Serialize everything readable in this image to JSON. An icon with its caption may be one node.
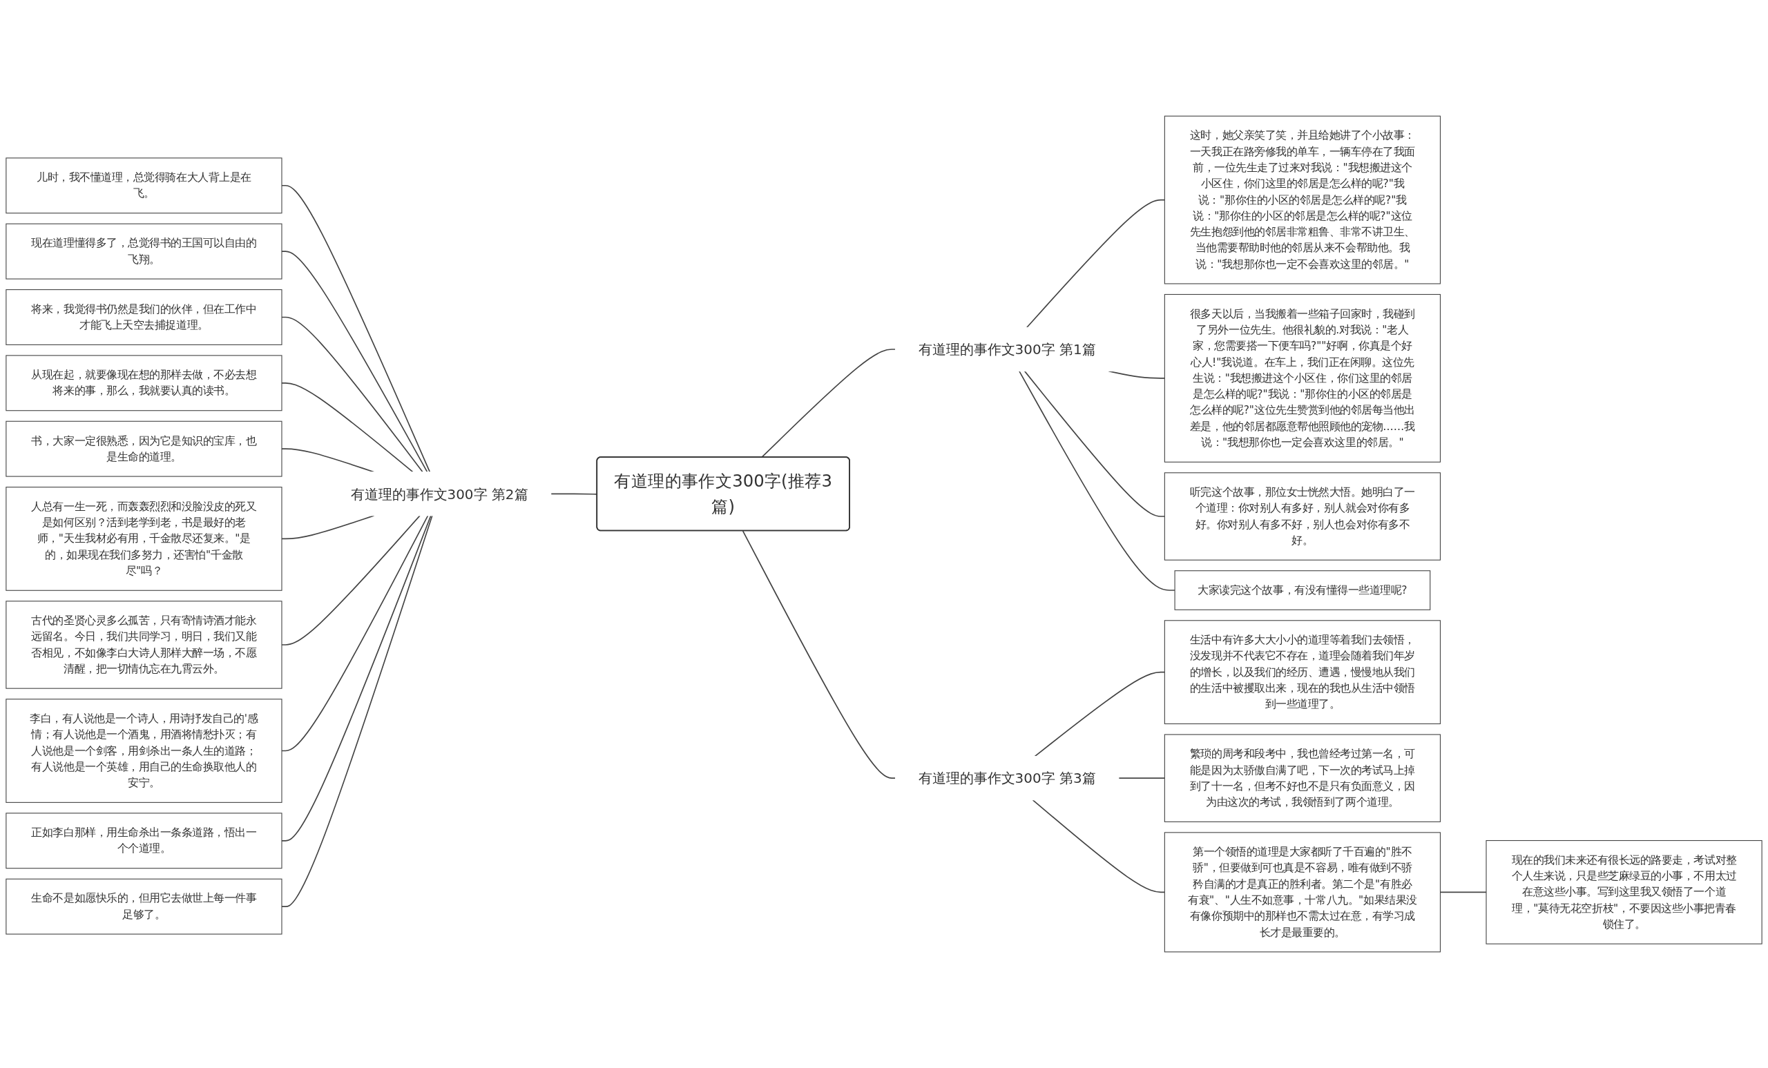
{
  "diagram": {
    "nodes": [
      {
        "text": [
          "有道理的事作文300字(推荐3篇)"
        ]
      },
      {
        "text": [
          "有道理的事作文300字 第1篇"
        ]
      },
      {
        "text": [
          "这时，她父亲笑了笑，并且给她讲了个小故事：一天我正在路旁修我的单车，一辆车停在了我面前，一位先生走了过来对我说：\"我想搬进这个小区住，你们这里的邻居是怎么样的呢?\"我说：\"那你住的小区的邻居是怎么样的呢?\"我说：\"那你住的小区的邻居是怎么样的呢?\"这位先生抱怨到他的邻居非常粗鲁、非常不讲卫生、当他需要帮助时他的邻居从来不会帮助他。我说：\"我想那你也一定不会喜欢这里的邻居。\""
        ]
      },
      {
        "text": [
          "很多天以后，当我搬着一些箱子回家时，我碰到了另外一位先生。他很礼貌的.对我说：\"老人家，您需要搭一下便车吗?\"\"好啊，你真是个好心人!\"我说道。在车上，我们正在闲聊。这位先生说：\"我想搬进这个小区住，你们这里的邻居是怎么样的呢?\"我说：\"那你住的小区的邻居是怎么样的呢?\"这位先生赞赏到他的邻居每当他出差是，他的邻居都愿意帮他照顾他的宠物……我说：\"我想那你也一定会喜欢这里的邻居。\""
        ]
      },
      {
        "text": [
          "听完这个故事，那位女士恍然大悟。她明白了一个道理：你对别人有多好，别人就会对你有多好。你对别人有多不好，别人也会对你有多不好。"
        ]
      },
      {
        "text": [
          "大家读完这个故事，有没有懂得一些道理呢?"
        ]
      },
      {
        "text": [
          "有道理的事作文300字 第2篇"
        ]
      },
      {
        "text": [
          "儿时，我不懂道理，总觉得骑在大人背上是在飞。"
        ]
      },
      {
        "text": [
          "现在道理懂得多了，总觉得书的王国可以自由的飞翔。"
        ]
      },
      {
        "text": [
          "将来，我觉得书仍然是我们的伙伴，但在工作中才能飞上天空去捕捉道理。"
        ]
      },
      {
        "text": [
          "从现在起，就要像现在想的那样去做，不必去想将来的事，那么，我就要认真的读书。"
        ]
      },
      {
        "text": [
          "书，大家一定很熟悉，因为它是知识的宝库，也是生命的道理。"
        ]
      },
      {
        "text": [
          "人总有一生一死，而轰轰烈烈和没脸没皮的死又是如何区别？活到老学到老，书是最好的老师，\"天生我材必有用，千金散尽还复来。\"是的，如果现在我们多努力，还害怕\"千金散尽\"吗？"
        ]
      },
      {
        "text": [
          "古代的圣贤心灵多么孤苦，只有寄情诗酒才能永远留名。今日，我们共同学习，明日，我们又能否相见，不如像李白大诗人那样大醉一场，不愿清醒，把一切情仇忘在九霄云外。"
        ]
      },
      {
        "text": [
          "李白，有人说他是一个诗人，用诗抒发自己的'感情；有人说他是一个酒鬼，用酒将情愁扑灭；有人说他是一个剑客，用剑杀出一条人生的道路；有人说他是一个英雄，用自己的生命换取他人的安宁。"
        ]
      },
      {
        "text": [
          "正如李白那样，用生命杀出一条条道路，悟出一个个道理。"
        ]
      },
      {
        "text": [
          "生命不是如愿快乐的，但用它去做世上每一件事足够了。"
        ]
      },
      {
        "text": [
          "有道理的事作文300字 第3篇"
        ]
      },
      {
        "text": [
          "生活中有许多大大小小的道理等着我们去领悟，没发现并不代表它不存在，道理会随着我们年岁的增长，以及我们的经历、遭遇，慢慢地从我们的生活中被攫取出来，现在的我也从生活中领悟到一些道理了。"
        ]
      },
      {
        "text": [
          "繁琐的周考和段考中，我也曾经考过第一名，可能是因为太骄傲自满了吧，下一次的考试马上掉到了十一名，但考不好也不是只有负面意义，因为由这次的考试，我领悟到了两个道理。"
        ]
      },
      {
        "text": [
          "第一个领悟的道理是大家都听了千百遍的\"胜不骄\"，但要做到可也真是不容易，唯有做到不骄矜自满的才是真正的胜利者。第二个是\"有胜必有衰\"、\"人生不如意事，十常八九。\"如果结果没有像你预期中的那样也不需太过在意，有学习成长才是最重要的。"
        ]
      },
      {
        "text": [
          "现在的我们未来还有很长远的路要走，考试对整个人生来说，只是些芝麻绿豆的小事，不用太过在意这些小事。写到这里我又领悟了一个道理，\"莫待无花空折枝\"，不要因这些小事把青春锁住了。"
        ]
      }
    ],
    "edges": [
      {
        "from": 0,
        "to": 1,
        "arrow": "none"
      },
      {
        "from": 1,
        "to": 2,
        "arrow": "none"
      },
      {
        "from": 1,
        "to": 3,
        "arrow": "none"
      },
      {
        "from": 1,
        "to": 4,
        "arrow": "none"
      },
      {
        "from": 1,
        "to": 5,
        "arrow": "none"
      },
      {
        "from": 0,
        "to": 6,
        "arrow": "none"
      },
      {
        "from": 6,
        "to": 7,
        "arrow": "none"
      },
      {
        "from": 6,
        "to": 8,
        "arrow": "none"
      },
      {
        "from": 6,
        "to": 9,
        "arrow": "none"
      },
      {
        "from": 6,
        "to": 10,
        "arrow": "none"
      },
      {
        "from": 6,
        "to": 11,
        "arrow": "none"
      },
      {
        "from": 6,
        "to": 12,
        "arrow": "none"
      },
      {
        "from": 6,
        "to": 13,
        "arrow": "none"
      },
      {
        "from": 6,
        "to": 14,
        "arrow": "none"
      },
      {
        "from": 6,
        "to": 15,
        "arrow": "none"
      },
      {
        "from": 6,
        "to": 16,
        "arrow": "none"
      },
      {
        "from": 0,
        "to": 17,
        "arrow": "none"
      },
      {
        "from": 17,
        "to": 18,
        "arrow": "none"
      },
      {
        "from": 17,
        "to": 19,
        "arrow": "none"
      },
      {
        "from": 17,
        "to": 20,
        "arrow": "none"
      },
      {
        "from": 20,
        "to": 21,
        "arrow": "none"
      }
    ]
  }
}
